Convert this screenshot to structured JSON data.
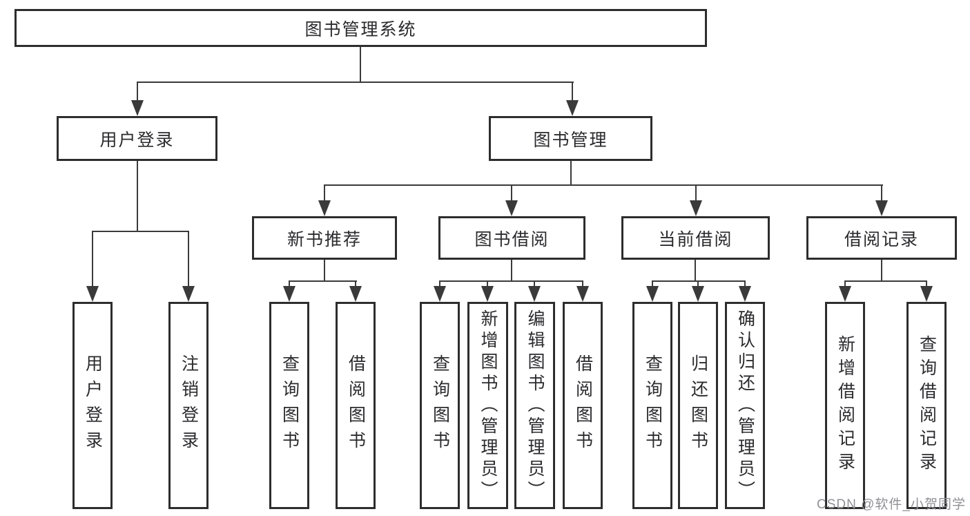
{
  "tree": {
    "root": {
      "label": "图书管理系统"
    },
    "level2": [
      {
        "id": "user-login",
        "label": "用户登录"
      },
      {
        "id": "book-management",
        "label": "图书管理"
      }
    ],
    "level3": [
      {
        "id": "new-book-recommend",
        "label": "新书推荐"
      },
      {
        "id": "book-borrowing",
        "label": "图书借阅"
      },
      {
        "id": "current-borrowing",
        "label": "当前借阅"
      },
      {
        "id": "borrowing-records",
        "label": "借阅记录"
      }
    ],
    "leaves": {
      "user_login": [
        "用户登录",
        "注销登录"
      ],
      "new_book_recommend": [
        "查询图书",
        "借阅图书"
      ],
      "book_borrowing": [
        "查询图书",
        "新增图书（管理员）",
        "编辑图书（管理员）",
        "借阅图书"
      ],
      "current_borrowing": [
        "查询图书",
        "归还图书",
        "确认归还（管理员）"
      ],
      "borrowing_records": [
        "新增借阅记录",
        "查询借阅记录"
      ]
    }
  },
  "watermark": "CSDN @软件_小贺同学",
  "colors": {
    "background": "#ffffff",
    "box_border": "#2d2d2d",
    "line": "#3a3a3a",
    "text": "#2b2b2e",
    "watermark": "#909095"
  }
}
